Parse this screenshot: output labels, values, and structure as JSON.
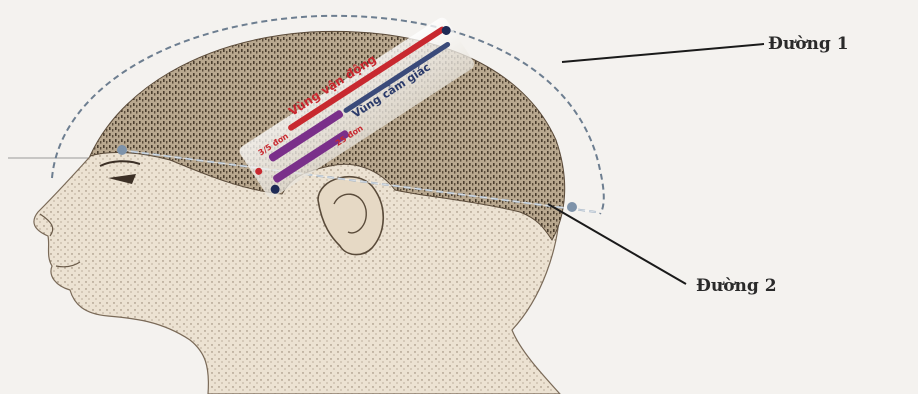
{
  "labels": {
    "line1": "Đường 1",
    "line2": "Đường 2",
    "motor_zone": "Vùng vận động",
    "sensory_zone": "Vùng cảm giác",
    "dist_upper": "3/5 đơn",
    "dist_lower": "25 đơn"
  },
  "colors": {
    "background": "#f4f2ef",
    "skin": "#e9ddcb",
    "hair": "#7a6a55",
    "dashed_circle": "#6d7e90",
    "motor_red": "#c8282f",
    "sensory_navy": "#2a3a6a",
    "purple": "#7a2f8a"
  }
}
